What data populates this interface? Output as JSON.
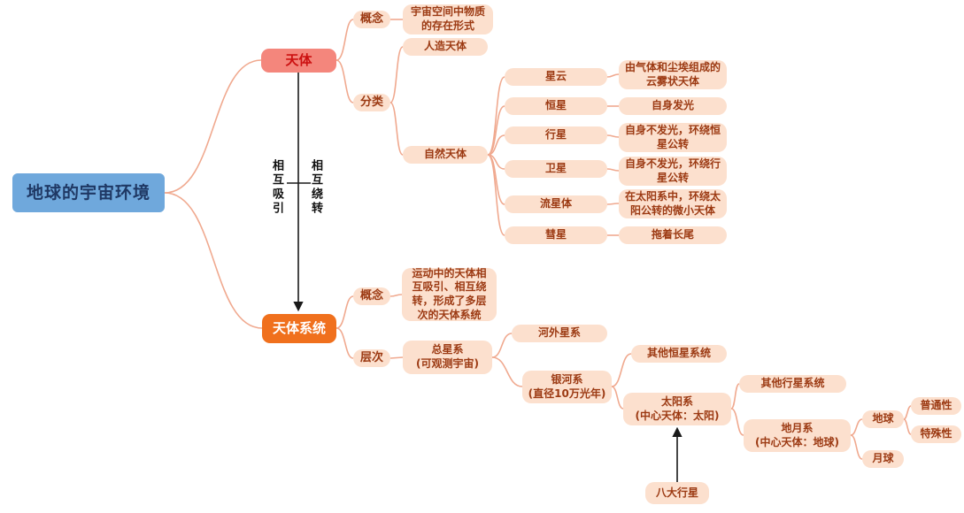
{
  "colors": {
    "root_bg": "#6FA8DC",
    "root_text": "#1F3864",
    "branch_a_bg": "#F4867C",
    "branch_a_text": "#CC1111",
    "branch_b_bg": "#F0701D",
    "branch_b_text": "#FFFFFF",
    "node_bg": "#FCE0CE",
    "node_text": "#9C3A13",
    "line": "#F0A98F",
    "arrow": "#1A1A1A"
  },
  "nodes": {
    "root": "地球的宇宙环境",
    "celestial_body": "天体",
    "cb_concept_label": "概念",
    "cb_concept_def": "宇宙空间中物质\n的存在形式",
    "cb_class_label": "分类",
    "artificial": "人造天体",
    "natural": "自然天体",
    "nebula": "星云",
    "nebula_def": "由气体和尘埃组成的\n云雾状天体",
    "star": "恒星",
    "star_def": "自身发光",
    "planet": "行星",
    "planet_def": "自身不发光，环绕恒\n星公转",
    "satellite": "卫星",
    "satellite_def": "自身不发光，环绕行\n星公转",
    "meteoroid": "流星体",
    "meteoroid_def": "在太阳系中，环绕太\n阳公转的微小天体",
    "comet": "彗星",
    "comet_def": "拖着长尾",
    "rel_attract": "相互吸引",
    "rel_orbit": "相互绕转",
    "system": "天体系统",
    "sys_concept_label": "概念",
    "sys_concept_def": "运动中的天体相\n互吸引、相互绕\n转，形成了多层\n次的天体系统",
    "sys_level_label": "层次",
    "total_galaxy": "总星系\n(可观测宇宙)",
    "extragalactic": "河外星系",
    "milky_way": "银河系\n(直径10万光年)",
    "other_star_systems": "其他恒星系统",
    "solar_system": "太阳系\n(中心天体：太阳)",
    "other_planet_systems": "其他行星系统",
    "earth_moon": "地月系\n(中心天体：地球)",
    "earth": "地球",
    "ordinary": "普通性",
    "special": "特殊性",
    "moon": "月球",
    "eight_planets": "八大行星"
  }
}
